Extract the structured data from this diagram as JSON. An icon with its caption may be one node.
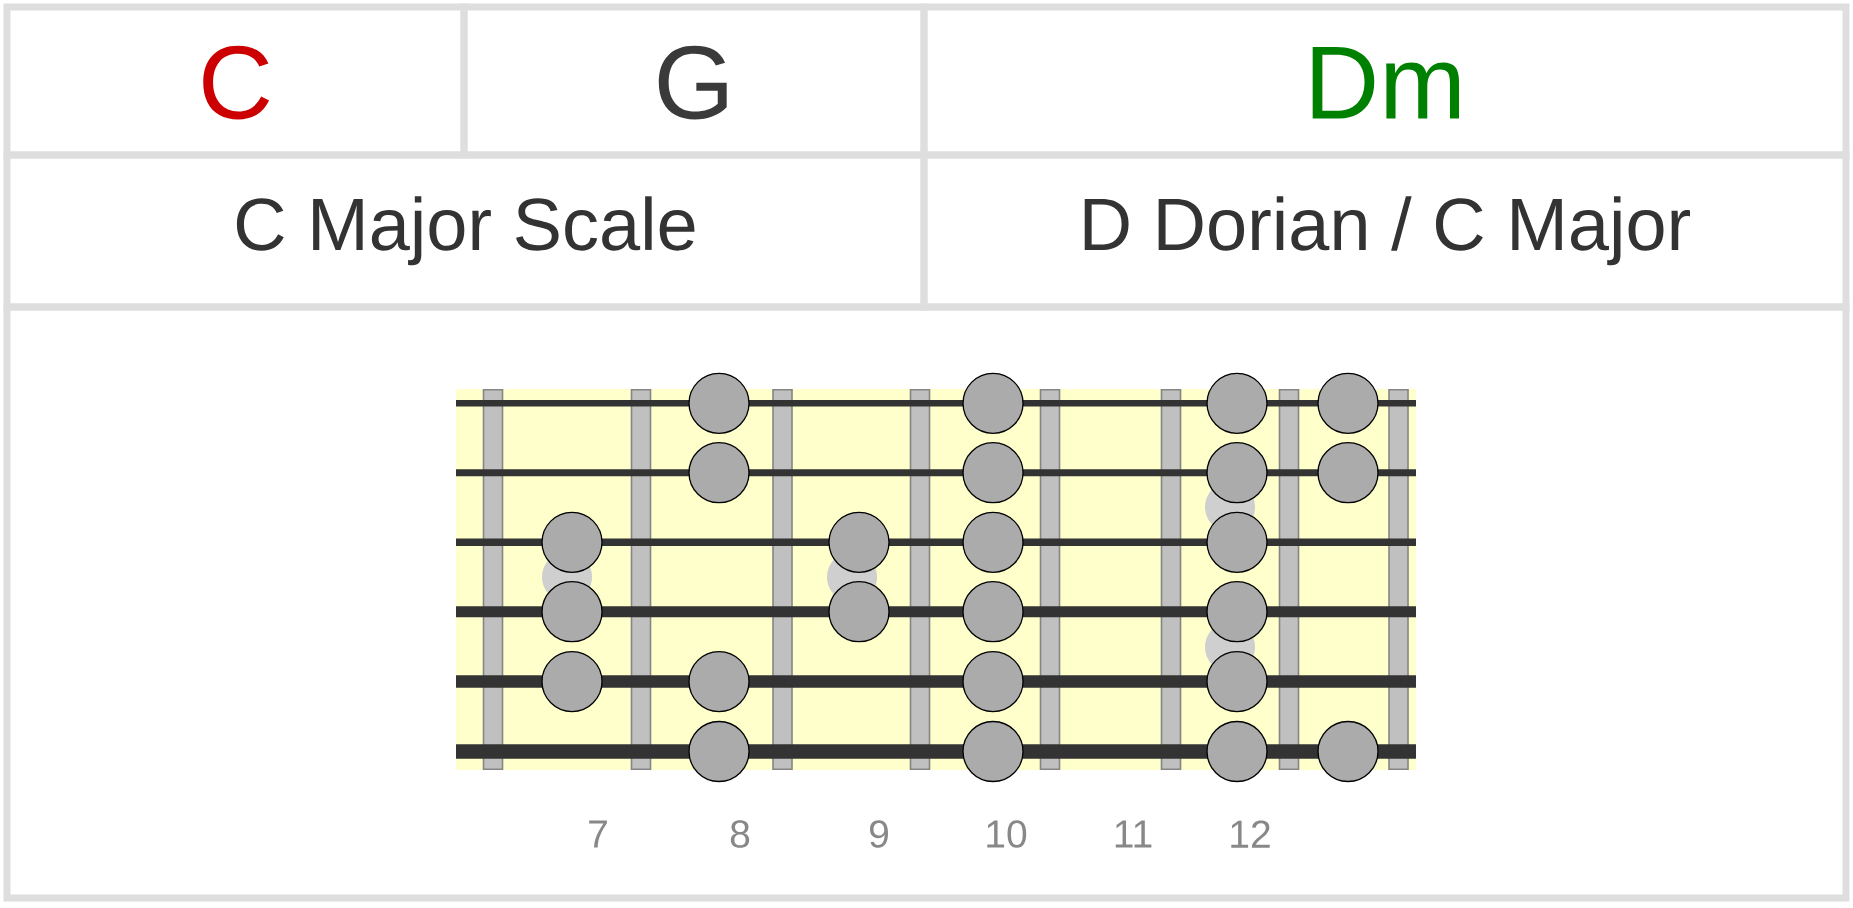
{
  "diagram": {
    "nodes": [
      {
        "text": [
          "C"
        ]
      },
      {
        "text": [
          "G"
        ]
      },
      {
        "text": [
          "Dm"
        ]
      },
      {
        "text": [
          "C Major Scale"
        ]
      },
      {
        "text": [
          "D Dorian / C Major"
        ]
      },
      {
        "text": [],
        "shape": "box"
      }
    ],
    "labels": [
      "7",
      "8",
      "9",
      "10",
      "11",
      "12"
    ]
  }
}
